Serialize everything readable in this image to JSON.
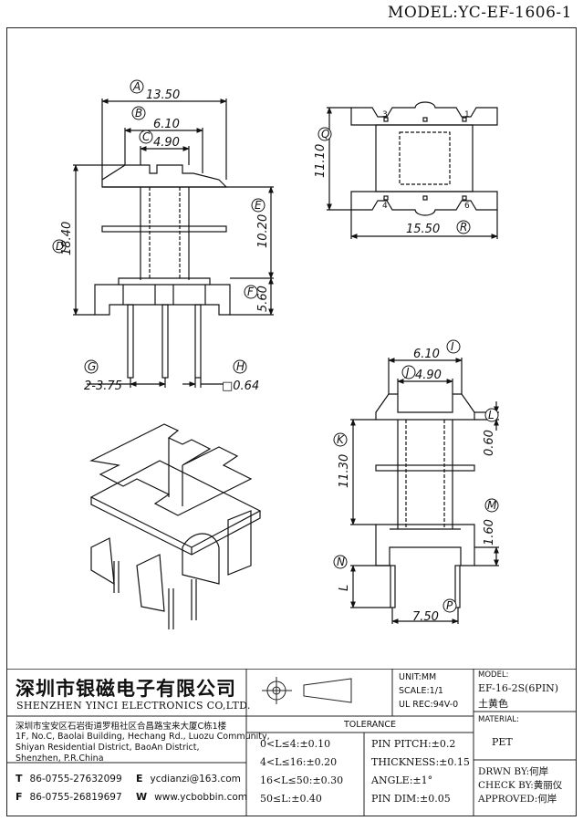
{
  "header": {
    "model": "MODEL:YC-EF-1606-1"
  },
  "dims": {
    "a": "13.50",
    "b": "6.10",
    "c": "4.90",
    "d": "18.40",
    "e": "10.20",
    "f": "5.60",
    "pins": "2-3.75",
    "pin_dim": "□0.64",
    "q": "11.10",
    "r": "15.50",
    "i": "6.10",
    "j": "4.90",
    "k": "11.30",
    "l": "0.60",
    "m": "1.60",
    "p": "7.50"
  },
  "labels": {
    "A": "A",
    "B": "B",
    "C": "C",
    "D": "D",
    "E": "E",
    "F": "F",
    "G": "G",
    "H": "H",
    "Q": "Q",
    "R": "R",
    "I": "I",
    "J": "J",
    "K": "K",
    "L": "L",
    "M": "M",
    "N": "N",
    "P": "P",
    "L2": "L"
  },
  "pin_numbers": {
    "p1": "1",
    "p3": "3",
    "p4": "4",
    "p6": "6"
  },
  "company": {
    "cn": "深圳市银磁电子有限公司",
    "en": "SHENZHEN YINCI ELECTRONICS CO,LTD.",
    "addr_cn": "深圳市宝安区石岩街道罗租社区合昌路宝来大厦C栋1楼",
    "addr_en1": "1F, No.C, Baolai Building, Hechang Rd., Luozu Community,",
    "addr_en2": "Shiyan Residential District, BaoAn District,",
    "addr_en3": "Shenzhen, P.R.China",
    "tel_k": "T",
    "tel": "86-0755-27632099",
    "fax_k": "F",
    "fax": "86-0755-26819697",
    "email_k": "E",
    "email": "ycdianzi@163.com",
    "web_k": "W",
    "web": "www.ycbobbin.com"
  },
  "spec": {
    "unit": "UNIT:MM",
    "scale": "SCALE:1/1",
    "ul": "UL REC:94V-0",
    "model_label": "MODEL:",
    "model": "EF-16-2S(6PIN)",
    "color": "土黄色",
    "material_label": "MATERIAL:",
    "material": "PET",
    "tolerance": "TOLERANCE",
    "t1": "0<L≤4:±0.10",
    "t2": "4<L≤16:±0.20",
    "t3": "16<L≤50:±0.30",
    "t4": "50≤L:±0.40",
    "t5": "PIN PITCH:±0.2",
    "t6": "THICKNESS:±0.15",
    "t7": "ANGLE:±1°",
    "t8": "PIN DIM:±0.05",
    "drwn": "DRWN BY:何岸",
    "check": "CHECK BY:黄丽仪",
    "approved": "APPROVED:何岸"
  }
}
